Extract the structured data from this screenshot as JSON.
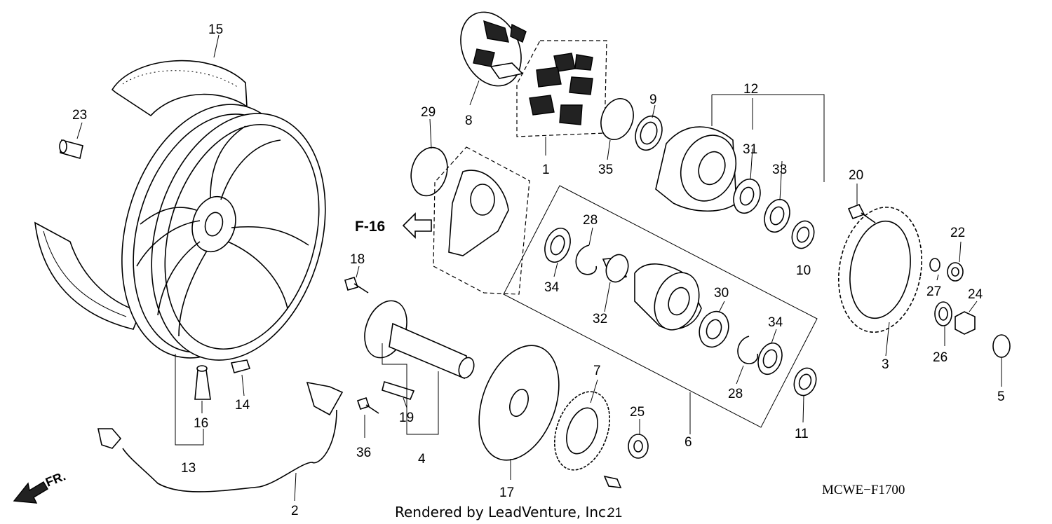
{
  "diagram": {
    "callouts": [
      "1",
      "2",
      "3",
      "4",
      "5",
      "6",
      "7",
      "8",
      "9",
      "10",
      "11",
      "12",
      "13",
      "14",
      "15",
      "16",
      "17",
      "18",
      "19",
      "20",
      "21",
      "22",
      "23",
      "24",
      "25",
      "26",
      "27",
      "28",
      "29",
      "30",
      "31",
      "32",
      "33",
      "34",
      "35",
      "36"
    ],
    "direction_ref": "F-16",
    "front_label": "FR.",
    "diagram_code": "MCWE−F1700",
    "credit": "Rendered by LeadVenture, Inc."
  }
}
